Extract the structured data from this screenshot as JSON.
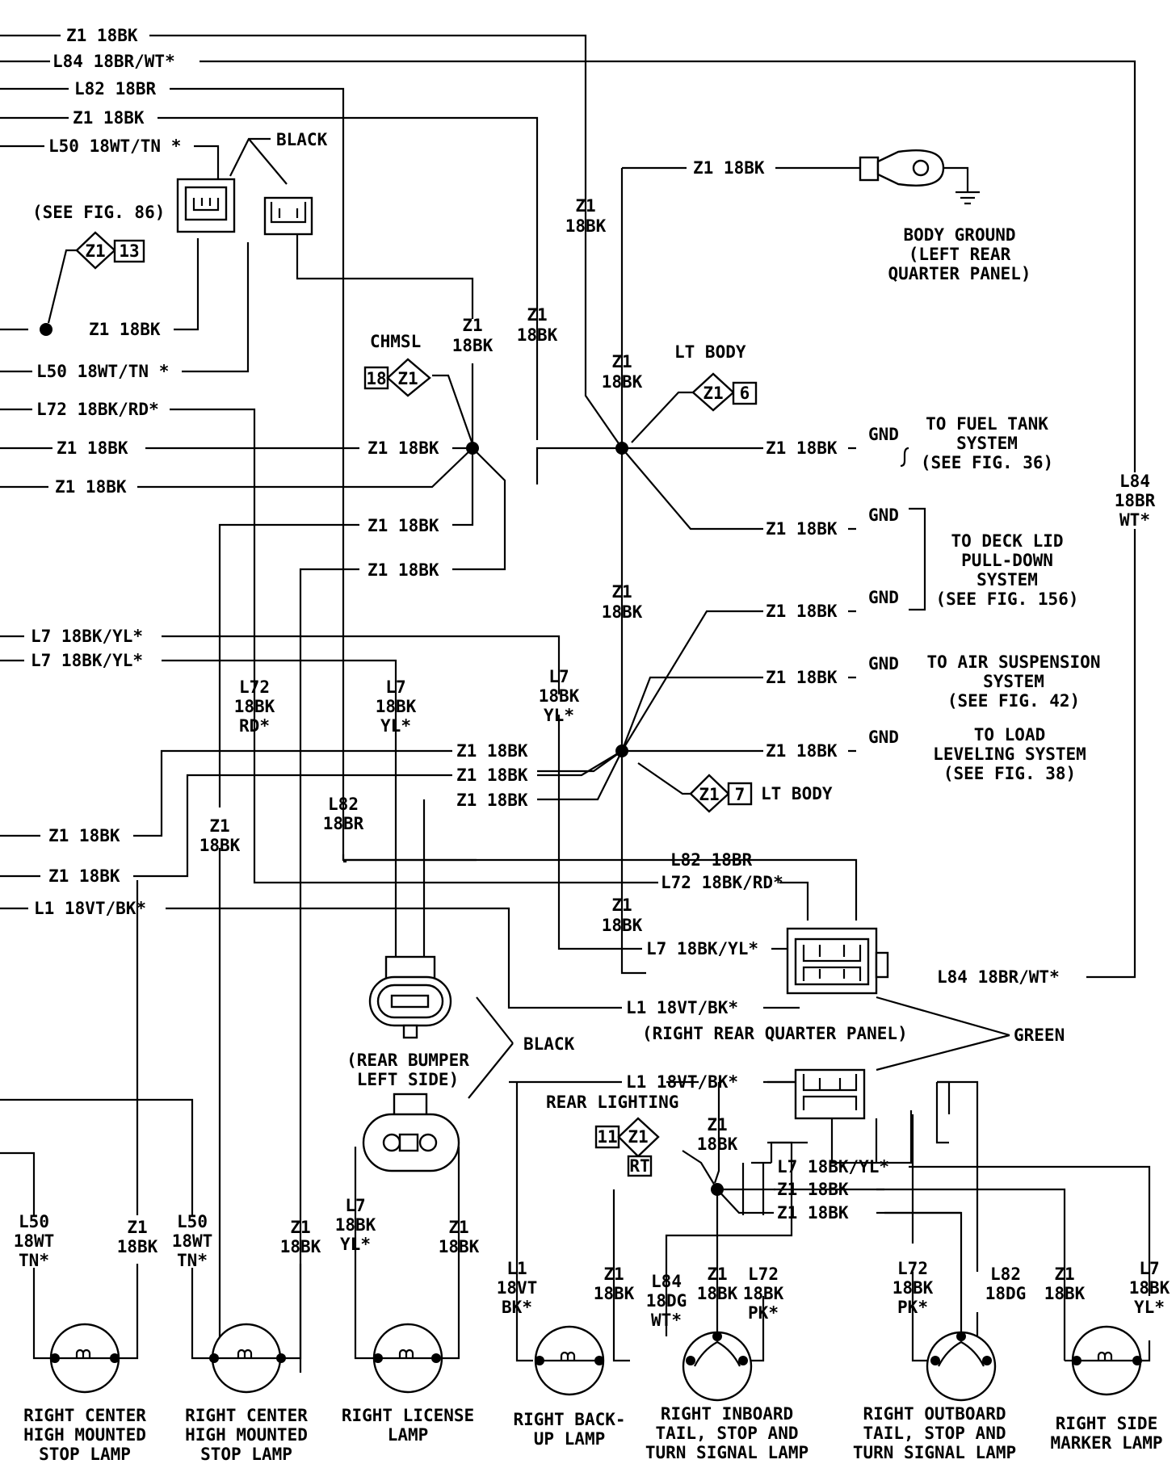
{
  "left_wire_labels": {
    "l1": "Z1 18BK",
    "l2": "L84 18BR/WT*",
    "l3": "L82 18BR",
    "l4": "Z1 18BK",
    "l5": "L50 18WT/TN *",
    "l6": "Z1 18BK",
    "l7": "L50 18WT/TN *",
    "l8": "L72 18BK/RD*",
    "l9": "Z1 18BK",
    "l10": "Z1 18BK",
    "l11": "L7 18BK/YL*",
    "l12": "L7 18BK/YL*",
    "l13": "Z1 18BK",
    "l14": "Z1 18BK",
    "l15": "L1 18VT/BK*"
  },
  "center_wire_labels": {
    "black_top": "BLACK",
    "see_fig86": "(SEE FIG. 86)",
    "z1_13_a": "Z1",
    "z1_13_b": "13",
    "chmsl": "CHMSL",
    "chmsl_18": "18",
    "chmsl_z1": "Z1",
    "v_z1_a1": "Z1",
    "v_z1_a2": "18BK",
    "v_z1_b1": "Z1",
    "v_z1_b2": "18BK",
    "v_z1_c1": "Z1",
    "v_z1_c2": "18BK",
    "v_z1_d1": "Z1",
    "v_z1_d2": "18BK",
    "v_z1_e1": "Z1",
    "v_z1_e2": "18BK",
    "v_z1_f1": "Z1",
    "v_z1_f2": "18BK",
    "splice_in_1": "Z1 18BK",
    "splice_in_2": "Z1 18BK",
    "splice_in_3": "Z1 18BK",
    "v_l72_1": "L72",
    "v_l72_2": "18BK",
    "v_l72_3": "RD*",
    "v_l7a_1": "L7",
    "v_l7a_2": "18BK",
    "v_l7a_3": "YL*",
    "v_l7b_1": "L7",
    "v_l7b_2": "18BK",
    "v_l7b_3": "YL*",
    "v_l82_1": "L82",
    "v_l82_2": "18BR",
    "v_z1_g1": "Z1",
    "v_z1_g2": "18BK",
    "mid_z1_1": "Z1 18BK",
    "mid_z1_2": "Z1 18BK",
    "mid_z1_3": "Z1 18BK"
  },
  "right_labels": {
    "top_z1": "Z1 18BK",
    "body_ground_1": "BODY GROUND",
    "body_ground_2": "(LEFT REAR",
    "body_ground_3": "QUARTER PANEL)",
    "lt_body_top": "LT BODY",
    "lt_body_z1": "Z1",
    "lt_body_6": "6",
    "r_z1_1": "Z1 18BK",
    "r_z1_2": "Z1 18BK",
    "r_z1_3": "Z1 18BK",
    "r_z1_4": "Z1 18BK",
    "r_z1_5": "Z1 18BK",
    "gnd": "GND",
    "fuel_1": "TO FUEL TANK",
    "fuel_2": "SYSTEM",
    "fuel_3": "(SEE FIG. 36)",
    "deck_1": "TO DECK LID",
    "deck_2": "PULL-DOWN",
    "deck_3": "SYSTEM",
    "deck_4": "(SEE FIG. 156)",
    "air_1": "TO AIR SUSPENSION",
    "air_2": "SYSTEM",
    "air_3": "(SEE FIG. 42)",
    "load_1": "TO LOAD",
    "load_2": "LEVELING SYSTEM",
    "load_3": "(SEE FIG. 38)",
    "lt_body_bot": "LT BODY",
    "lt_body_z1b": "Z1",
    "lt_body_7": "7",
    "l84_v1": "L84",
    "l84_v2": "18BR",
    "l84_v3": "WT*"
  },
  "connector_labels": {
    "l82": "L82 18BR",
    "l72": "L72 18BK/RD*",
    "l7": "L7 18BK/YL*",
    "l84": "L84 18BR/WT*",
    "l1a": "L1 18VT/BK*",
    "rrqp": "(RIGHT REAR QUARTER PANEL)",
    "green": "GREEN",
    "l1b": "L1 18VT/BK*",
    "black": "BLACK",
    "bumper_1": "(REAR BUMPER",
    "bumper_2": "LEFT SIDE)",
    "rear_lighting": "REAR LIGHTING",
    "rl_11": "11",
    "rl_z1": "Z1",
    "rl_rt": "RT",
    "rl_z1a": "Z1",
    "rl_z1b": "18BK",
    "rl_l7": "L7 18BK/YL*",
    "rl_z1_1": "Z1 18BK",
    "rl_z1_2": "Z1 18BK"
  },
  "lamps": [
    {
      "name": "RIGHT CENTER HIGH MOUNTED STOP LAMP",
      "l1": "RIGHT CENTER",
      "l2": "HIGH MOUNTED",
      "l3": "STOP LAMP"
    },
    {
      "name": "RIGHT CENTER HIGH MOUNTED STOP LAMP",
      "l1": "RIGHT CENTER",
      "l2": "HIGH MOUNTED",
      "l3": "STOP LAMP"
    },
    {
      "name": "RIGHT LICENSE LAMP",
      "l1": "RIGHT LICENSE",
      "l2": "LAMP",
      "l3": ""
    },
    {
      "name": "RIGHT BACK-UP LAMP",
      "l1": "RIGHT BACK-",
      "l2": "UP LAMP",
      "l3": ""
    },
    {
      "name": "RIGHT INBOARD TAIL, STOP AND TURN SIGNAL LAMP",
      "l1": "RIGHT INBOARD",
      "l2": "TAIL, STOP AND",
      "l3": "TURN SIGNAL LAMP"
    },
    {
      "name": "RIGHT OUTBOARD TAIL, STOP AND TURN SIGNAL LAMP",
      "l1": "RIGHT OUTBOARD",
      "l2": "TAIL, STOP AND",
      "l3": "TURN SIGNAL LAMP"
    },
    {
      "name": "RIGHT SIDE MARKER LAMP",
      "l1": "RIGHT SIDE",
      "l2": "MARKER LAMP",
      "l3": ""
    }
  ],
  "lamp_wires": {
    "a1": "L50",
    "a2": "18WT",
    "a3": "TN*",
    "b1": "Z1",
    "b2": "18BK",
    "c1": "L50",
    "c2": "18WT",
    "c3": "TN*",
    "d1": "Z1",
    "d2": "18BK",
    "e1": "L7",
    "e2": "18BK",
    "e3": "YL*",
    "f1": "Z1",
    "f2": "18BK",
    "g1": "L1",
    "g2": "18VT",
    "g3": "BK*",
    "h1": "Z1",
    "h2": "18BK",
    "i1": "L84",
    "i2": "18DG",
    "i3": "WT*",
    "j1": "Z1",
    "j2": "18BK",
    "k1": "L72",
    "k2": "18BK",
    "k3": "PK*",
    "m1": "L72",
    "m2": "18BK",
    "m3": "PK*",
    "n1": "L82",
    "n2": "18DG",
    "o1": "Z1",
    "o2": "18BK",
    "p1": "L7",
    "p2": "18BK",
    "p3": "YL*"
  }
}
